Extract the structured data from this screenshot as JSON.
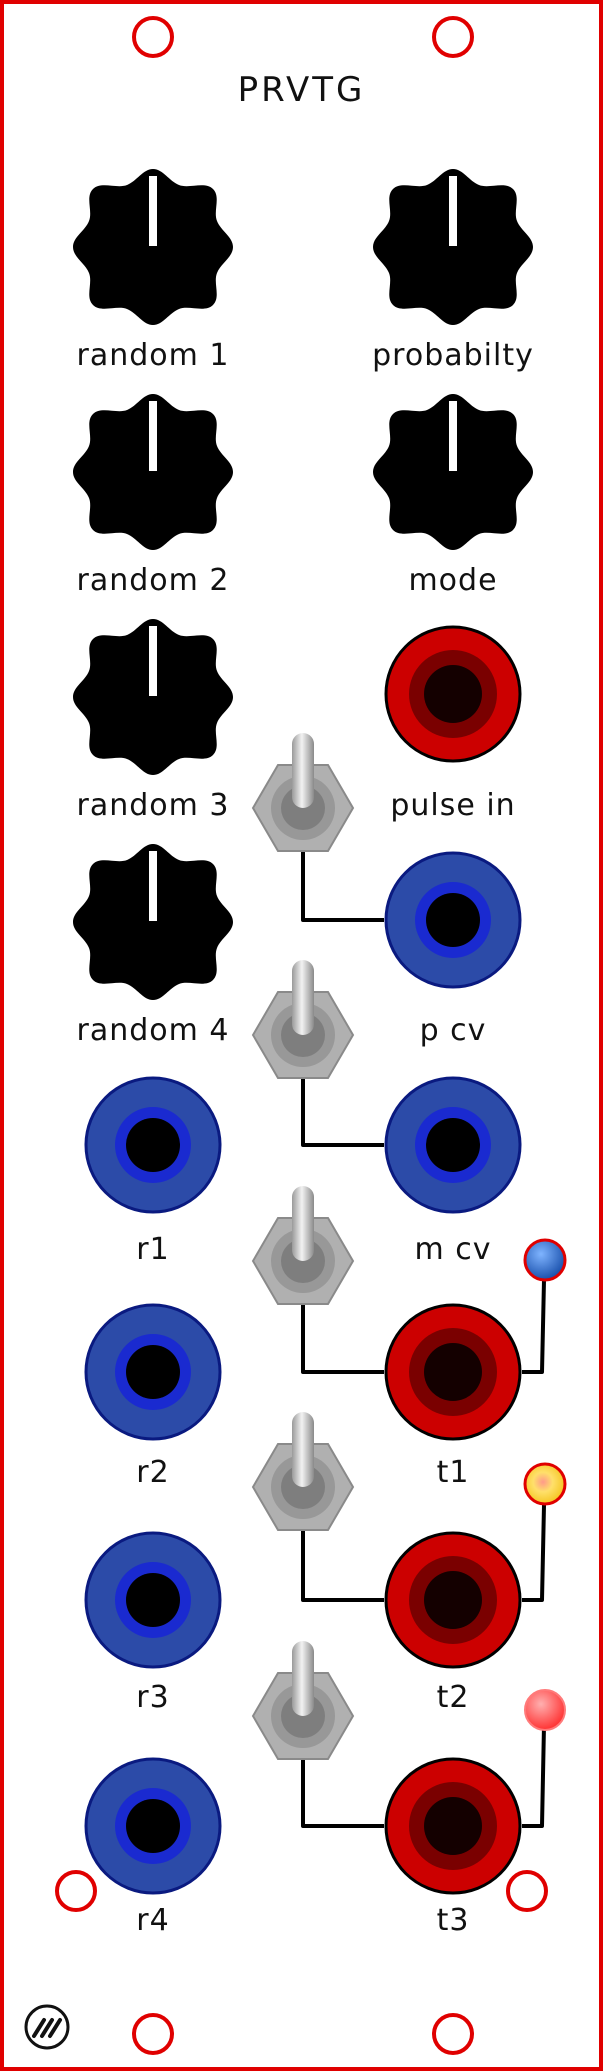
{
  "module": {
    "title": "PRVTG",
    "accent": "#e00000",
    "colors": {
      "knob": "#000000",
      "input_jack": "#cc0000",
      "output_jack": "#2244aa",
      "wire": "#000000"
    }
  },
  "knobs": [
    {
      "id": "random1",
      "label": "random 1",
      "icon": "knob-icon"
    },
    {
      "id": "probability",
      "label": "probabilty",
      "icon": "knob-icon"
    },
    {
      "id": "random2",
      "label": "random 2",
      "icon": "knob-icon"
    },
    {
      "id": "mode",
      "label": "mode",
      "icon": "knob-icon"
    },
    {
      "id": "random3",
      "label": "random 3",
      "icon": "knob-icon"
    },
    {
      "id": "random4",
      "label": "random 4",
      "icon": "knob-icon"
    }
  ],
  "jacks": [
    {
      "id": "pulse_in",
      "label": "pulse in",
      "kind": "input",
      "color": "#cc0000"
    },
    {
      "id": "p_cv",
      "label": "p cv",
      "kind": "cv",
      "color": "#2244aa"
    },
    {
      "id": "m_cv",
      "label": "m cv",
      "kind": "cv",
      "color": "#2244aa"
    },
    {
      "id": "r1",
      "label": "r1",
      "kind": "output",
      "color": "#2244aa"
    },
    {
      "id": "r2",
      "label": "r2",
      "kind": "output",
      "color": "#2244aa"
    },
    {
      "id": "r3",
      "label": "r3",
      "kind": "output",
      "color": "#2244aa"
    },
    {
      "id": "r4",
      "label": "r4",
      "kind": "output",
      "color": "#2244aa"
    },
    {
      "id": "t1",
      "label": "t1",
      "kind": "trigger",
      "color": "#cc0000"
    },
    {
      "id": "t2",
      "label": "t2",
      "kind": "trigger",
      "color": "#cc0000"
    },
    {
      "id": "t3",
      "label": "t3",
      "kind": "trigger",
      "color": "#cc0000"
    }
  ],
  "switches": [
    {
      "id": "switch1",
      "icon": "toggle-switch-icon"
    },
    {
      "id": "switch2",
      "icon": "toggle-switch-icon"
    },
    {
      "id": "switch3",
      "icon": "toggle-switch-icon"
    },
    {
      "id": "switch4",
      "icon": "toggle-switch-icon"
    },
    {
      "id": "switch5",
      "icon": "toggle-switch-icon"
    }
  ],
  "leds": [
    {
      "id": "led_t1",
      "color": "#1e63c8",
      "icon": "led-blue-icon"
    },
    {
      "id": "led_t2",
      "color": "#f5c400",
      "icon": "led-yellow-icon"
    },
    {
      "id": "led_t3",
      "color": "#ff3a3a",
      "icon": "led-red-icon"
    }
  ],
  "logo": {
    "icon": "brand-logo-icon"
  }
}
